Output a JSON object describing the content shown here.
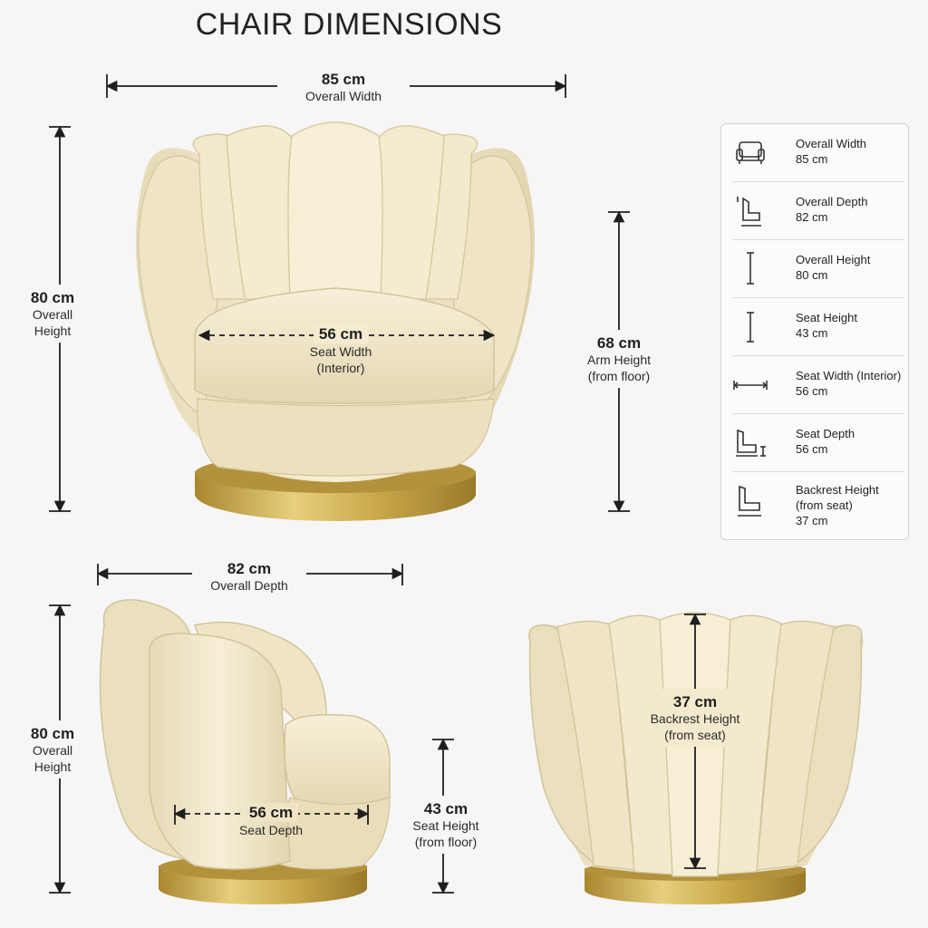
{
  "title": "CHAIR DIMENSIONS",
  "front_view": {
    "overall_width": {
      "value": "85 cm",
      "label": "Overall Width"
    },
    "overall_height": {
      "value": "80 cm",
      "label_line1": "Overall",
      "label_line2": "Height"
    },
    "seat_width": {
      "value": "56 cm",
      "label_line1": "Seat Width",
      "label_line2": "(Interior)"
    },
    "arm_height": {
      "value": "68 cm",
      "label_line1": "Arm Height",
      "label_line2": "(from floor)"
    }
  },
  "side_view": {
    "overall_depth": {
      "value": "82 cm",
      "label": "Overall Depth"
    },
    "overall_height": {
      "value": "80 cm",
      "label_line1": "Overall",
      "label_line2": "Height"
    },
    "seat_depth": {
      "value": "56 cm",
      "label": "Seat Depth"
    },
    "seat_height": {
      "value": "43 cm",
      "label_line1": "Seat Height",
      "label_line2": "(from floor)"
    }
  },
  "back_view": {
    "backrest_height": {
      "value": "37 cm",
      "label_line1": "Backrest Height",
      "label_line2": "(from seat)"
    }
  },
  "spec_table": [
    {
      "icon": "chair-front-icon",
      "name": "Overall Width",
      "value": "85 cm"
    },
    {
      "icon": "chair-side-icon",
      "name": "Overall Depth",
      "value": "82 cm"
    },
    {
      "icon": "height-line-icon",
      "name": "Overall Height",
      "value": "80 cm"
    },
    {
      "icon": "seat-height-line-icon",
      "name": "Seat Height",
      "value": "43 cm"
    },
    {
      "icon": "width-arrow-icon",
      "name": "Seat Width (Interior)",
      "value": "56 cm"
    },
    {
      "icon": "seat-depth-icon",
      "name": "Seat Depth",
      "value": "56 cm"
    },
    {
      "icon": "backrest-icon",
      "name": "Backrest Height\n(from seat)",
      "value": "37 cm"
    }
  ],
  "colors": {
    "upholstery": "#f0e6c8",
    "upholstery_shadow": "#dccfa8",
    "base_gold": "#c9a84a",
    "ink": "#1e1e1e"
  }
}
